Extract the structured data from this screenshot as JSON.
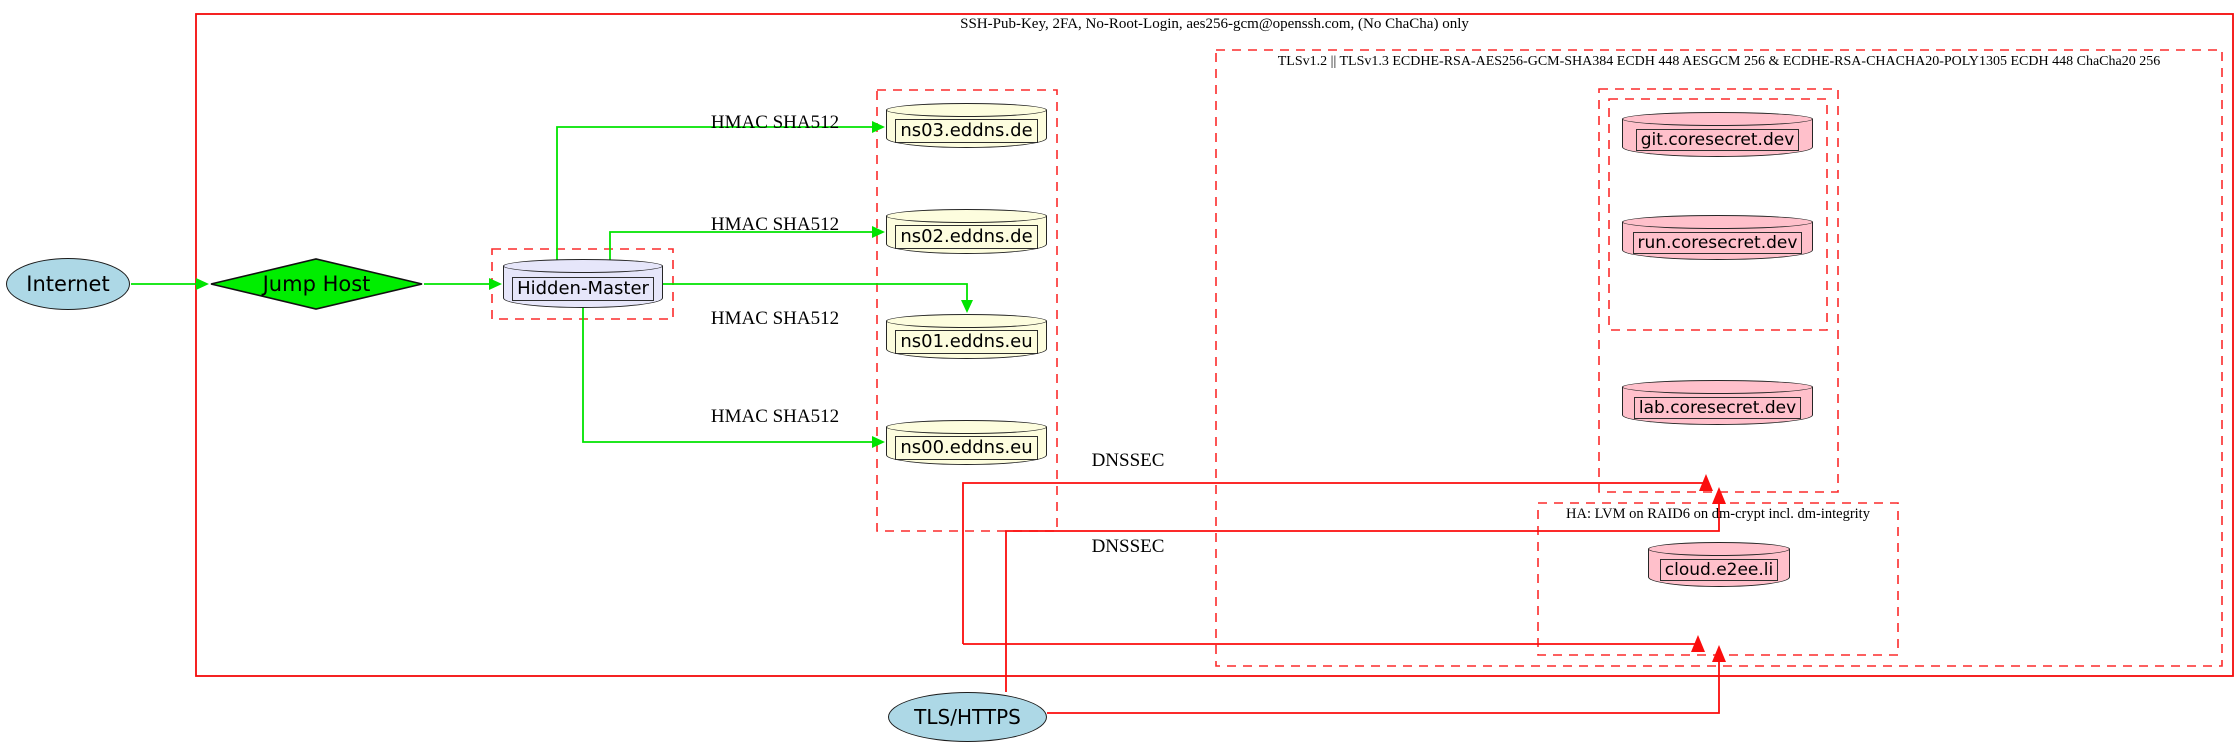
{
  "diagram": {
    "clusters": {
      "ssh": {
        "label": "SSH-Pub-Key, 2FA, No-Root-Login, aes256-gcm@openssh.com, (No ChaCha) only",
        "border": "solid red"
      },
      "tls": {
        "label": "TLSv1.2 || TLSv1.3 ECDHE-RSA-AES256-GCM-SHA384 ECDH 448 AESGCM 256 & ECDHE-RSA-CHACHA20-POLY1305 ECDH 448 ChaCha20 256",
        "border": "dashed red"
      },
      "dns": {
        "label": "",
        "border": "dashed red"
      },
      "hidden_master_box": {
        "label": "",
        "border": "dashed red"
      },
      "web": {
        "label": "",
        "border": "dashed red"
      },
      "web_inner": {
        "label": "",
        "border": "dashed red"
      },
      "ha": {
        "label": "HA: LVM on RAID6 on dm-crypt incl. dm-integrity",
        "border": "dashed red"
      }
    },
    "nodes": {
      "internet": {
        "label": "Internet",
        "shape": "ellipse",
        "fill": "#ADD8E6"
      },
      "jump_host": {
        "label": "Jump Host",
        "shape": "diamond",
        "fill": "#00EE00"
      },
      "hidden_master": {
        "label": "Hidden-Master",
        "shape": "cylinder",
        "fill": "#E6E6FA"
      },
      "ns03": {
        "label": "ns03.eddns.de",
        "shape": "cylinder",
        "fill": "#FDFDDE"
      },
      "ns02": {
        "label": "ns02.eddns.de",
        "shape": "cylinder",
        "fill": "#FDFDDE"
      },
      "ns01": {
        "label": "ns01.eddns.eu",
        "shape": "cylinder",
        "fill": "#FDFDDE"
      },
      "ns00": {
        "label": "ns00.eddns.eu",
        "shape": "cylinder",
        "fill": "#FDFDDE"
      },
      "git": {
        "label": "git.coresecret.dev",
        "shape": "cylinder",
        "fill": "#FFC0CB"
      },
      "run": {
        "label": "run.coresecret.dev",
        "shape": "cylinder",
        "fill": "#FFC0CB"
      },
      "lab": {
        "label": "lab.coresecret.dev",
        "shape": "cylinder",
        "fill": "#FFC0CB"
      },
      "cloud": {
        "label": "cloud.e2ee.li",
        "shape": "cylinder",
        "fill": "#FFC0CB"
      },
      "tls_https": {
        "label": "TLS/HTTPS",
        "shape": "ellipse",
        "fill": "#ADD8E6"
      }
    },
    "edge_labels": {
      "hmac_ns03": "HMAC SHA512",
      "hmac_ns02": "HMAC SHA512",
      "hmac_ns01": "HMAC SHA512",
      "hmac_ns00": "HMAC SHA512",
      "dnssec_web": "DNSSEC",
      "dnssec_cloud": "DNSSEC"
    },
    "edges": [
      {
        "from": "Internet",
        "to": "Jump Host",
        "color": "green"
      },
      {
        "from": "Jump Host",
        "to": "Hidden-Master",
        "color": "green"
      },
      {
        "from": "Hidden-Master",
        "to": "ns03.eddns.de",
        "label": "HMAC SHA512",
        "color": "green"
      },
      {
        "from": "Hidden-Master",
        "to": "ns02.eddns.de",
        "label": "HMAC SHA512",
        "color": "green"
      },
      {
        "from": "Hidden-Master",
        "to": "ns01.eddns.eu",
        "label": "HMAC SHA512",
        "color": "green"
      },
      {
        "from": "Hidden-Master",
        "to": "ns00.eddns.eu",
        "label": "HMAC SHA512",
        "color": "green"
      },
      {
        "from": "eddns nameservers",
        "to": "coresecret.dev cluster",
        "label": "DNSSEC",
        "color": "red"
      },
      {
        "from": "eddns nameservers",
        "to": "cloud.e2ee.li cluster",
        "label": "DNSSEC",
        "color": "red"
      },
      {
        "from": "TLS/HTTPS",
        "to": "coresecret.dev cluster",
        "color": "red"
      },
      {
        "from": "TLS/HTTPS",
        "to": "cloud.e2ee.li cluster",
        "color": "red"
      }
    ],
    "colors": {
      "edge_green": "#00E400",
      "edge_red": "#FB0D0D",
      "box_red_solid": "#F40B0B",
      "box_red_dashed": "#FB2B2B",
      "node_outline": "#1C1C1C"
    }
  }
}
